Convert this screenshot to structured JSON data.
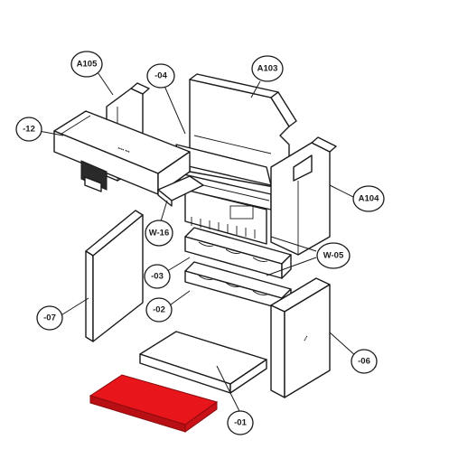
{
  "diagram": {
    "highlight_color": "#e8151b",
    "callouts": [
      {
        "id": "A105",
        "text": "A105"
      },
      {
        "id": "04",
        "text": "-04"
      },
      {
        "id": "A103",
        "text": "A103"
      },
      {
        "id": "12",
        "text": "-12"
      },
      {
        "id": "A104",
        "text": "A104"
      },
      {
        "id": "W16",
        "text": "W-16"
      },
      {
        "id": "W05",
        "text": "W-05"
      },
      {
        "id": "03",
        "text": "-03"
      },
      {
        "id": "07",
        "text": "-07"
      },
      {
        "id": "02",
        "text": "-02"
      },
      {
        "id": "06",
        "text": "-06"
      },
      {
        "id": "01",
        "text": "-01"
      }
    ]
  }
}
